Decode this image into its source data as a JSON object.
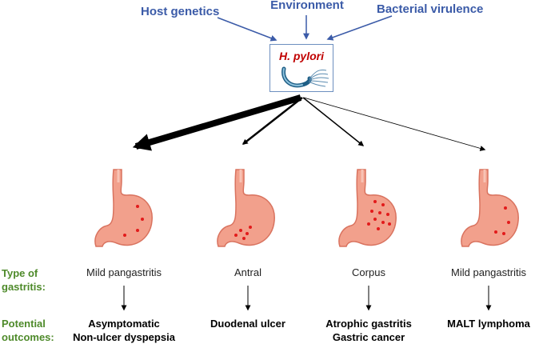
{
  "factors": {
    "host": "Host genetics",
    "environment": "Environment",
    "virulence": "Bacterial virulence"
  },
  "pathogen": {
    "name": "H. pylori",
    "icon": "bacterium-icon"
  },
  "row_labels": {
    "type_line1": "Type of",
    "type_line2": "gastritis:",
    "outcome_line1": "Potential",
    "outcome_line2": "outcomes:"
  },
  "branches": [
    {
      "gastritis": "Mild pangastritis",
      "outcome_line1": "Asymptomatic",
      "outcome_line2": "Non-ulcer dyspepsia"
    },
    {
      "gastritis": "Antral",
      "outcome_line1": "Duodenal ulcer",
      "outcome_line2": ""
    },
    {
      "gastritis": "Corpus",
      "outcome_line1": "Atrophic gastritis",
      "outcome_line2": "Gastric cancer"
    },
    {
      "gastritis": "Mild pangastritis",
      "outcome_line1": "MALT lymphoma",
      "outcome_line2": ""
    }
  ],
  "colors": {
    "factor_text": "#3b5ba8",
    "pathogen_text": "#c00000",
    "row_label": "#4e8a2a",
    "stomach_fill": "#f2a08c",
    "inflammation_dot": "#e21b1b"
  }
}
